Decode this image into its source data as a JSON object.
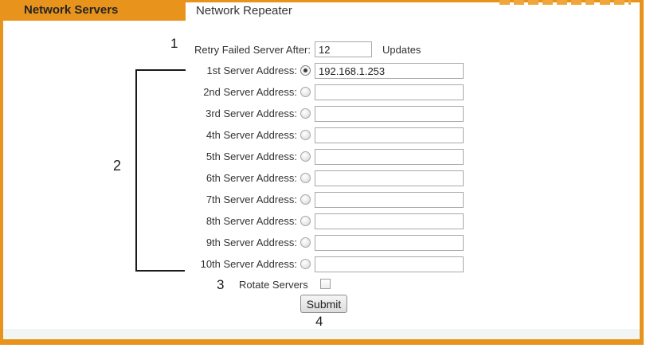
{
  "header": {
    "tab_label": "Network Servers",
    "page_title": "Network Repeater"
  },
  "form": {
    "retry": {
      "annotation": "1",
      "label": "Retry Failed Server After:",
      "value": "12",
      "suffix": "Updates"
    },
    "bracket_annotation": "2",
    "servers": [
      {
        "label": "1st Server Address:",
        "value": "192.168.1.253",
        "selected": true
      },
      {
        "label": "2nd Server Address:",
        "value": "",
        "selected": false
      },
      {
        "label": "3rd Server Address:",
        "value": "",
        "selected": false
      },
      {
        "label": "4th Server Address:",
        "value": "",
        "selected": false
      },
      {
        "label": "5th Server Address:",
        "value": "",
        "selected": false
      },
      {
        "label": "6th Server Address:",
        "value": "",
        "selected": false
      },
      {
        "label": "7th Server Address:",
        "value": "",
        "selected": false
      },
      {
        "label": "8th Server Address:",
        "value": "",
        "selected": false
      },
      {
        "label": "9th Server Address:",
        "value": "",
        "selected": false
      },
      {
        "label": "10th Server Address:",
        "value": "",
        "selected": false
      }
    ],
    "rotate": {
      "annotation": "3",
      "label": "Rotate Servers",
      "checked": false
    },
    "submit": {
      "annotation": "4",
      "label": "Submit"
    }
  },
  "colors": {
    "accent_orange": "#e8941c",
    "watermark_orange": "#f0a63b",
    "label_text": "#333333",
    "footer_strip": "#f1f5f3"
  }
}
